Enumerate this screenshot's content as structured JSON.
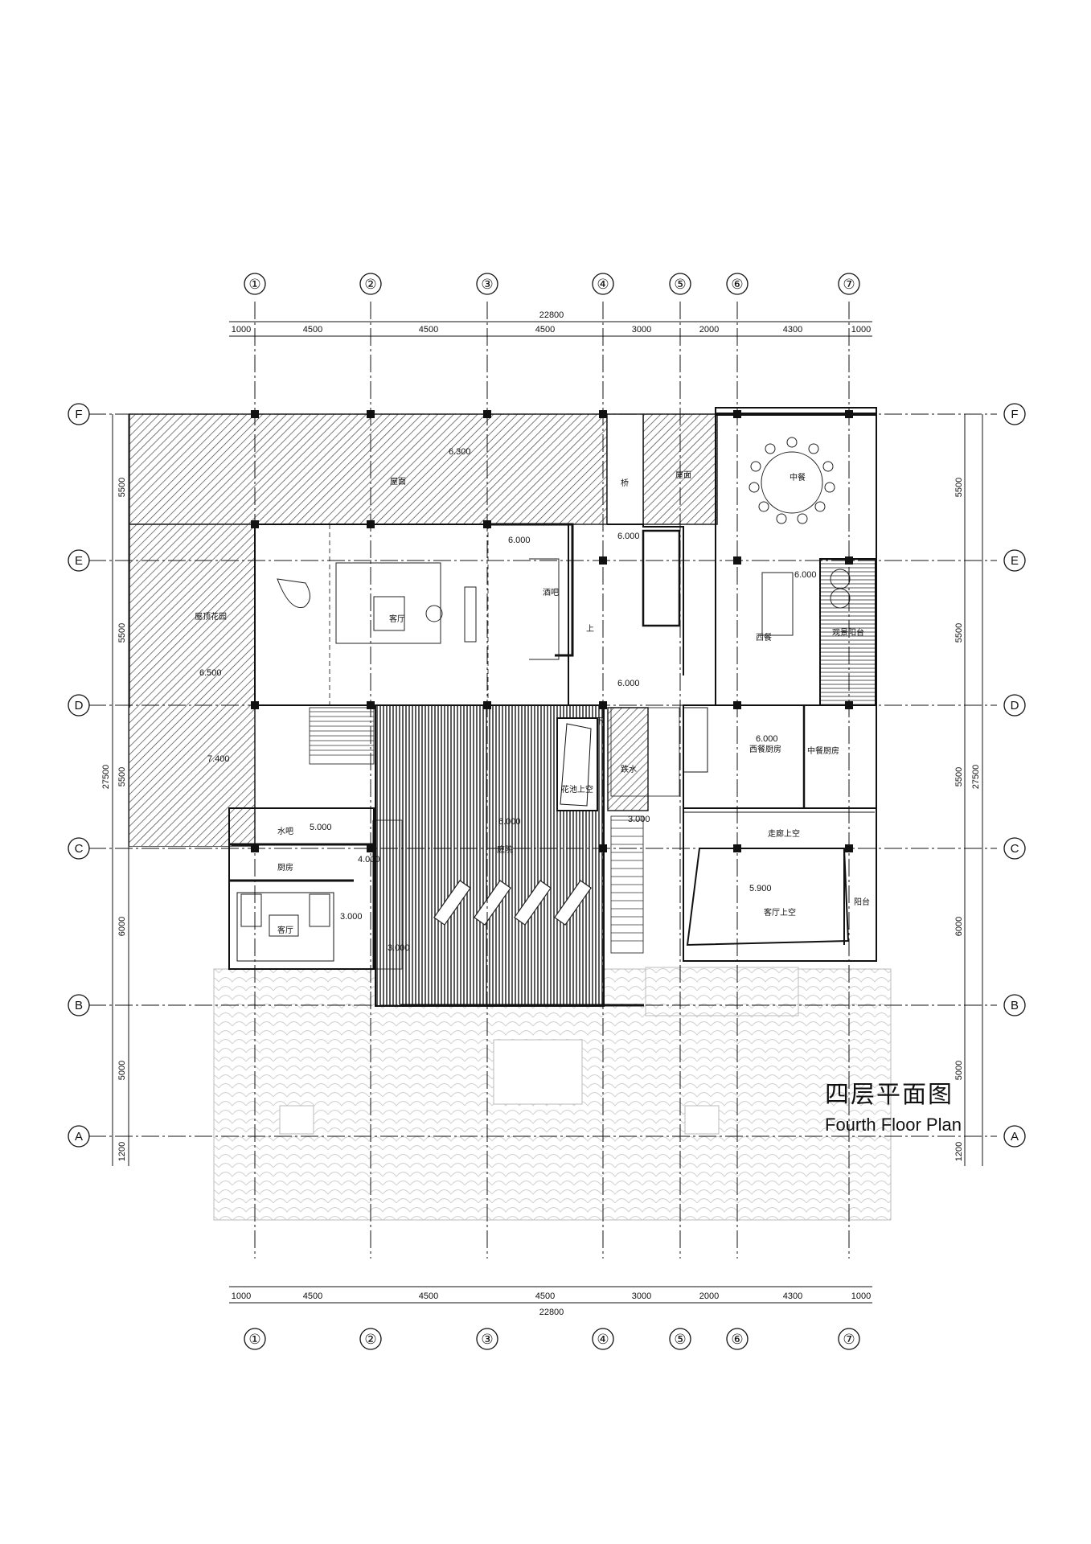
{
  "title_cn": "四层平面图",
  "title_en": "Fourth Floor Plan",
  "axes": {
    "columns": [
      "①",
      "②",
      "③",
      "④",
      "⑤",
      "⑥",
      "⑦"
    ],
    "rows": [
      "F",
      "E",
      "D",
      "C",
      "B",
      "A"
    ]
  },
  "dimensions": {
    "total_width": "22800",
    "col_segments": [
      "1000",
      "4500",
      "4500",
      "4500",
      "3000",
      "2000",
      "4300",
      "1000"
    ],
    "total_depth": "27500",
    "row_segments": [
      "5500",
      "5500",
      "5500",
      "6000",
      "5000",
      "1200"
    ]
  },
  "room_labels": {
    "roof_top": "屋面",
    "roof_right": "屋面",
    "bridge": "桥",
    "roof_garden": "屋顶花园",
    "living": "客厅",
    "bar": "酒吧",
    "up": "上",
    "down": "下",
    "chinese_dining": "中餐",
    "western_dining": "西餐",
    "view_balcony": "观景阳台",
    "western_kitchen": "西餐厨房",
    "chinese_kitchen": "中餐厨房",
    "pool_void": "花池上空",
    "courtyard": "庭院",
    "water": "跌水",
    "corridor_void": "走廊上空",
    "living_void": "客厅上空",
    "balcony": "阳台",
    "water_bar": "水吧",
    "kitchen_small": "厨房",
    "living_small": "客厅"
  },
  "elevations": {
    "e_roof_top": "6.300",
    "e_garden_1": "6.500",
    "e_garden_2": "7.400",
    "e_bar": "6.000",
    "e_mid1": "6.000",
    "e_mid2": "6.000",
    "e_dining": "6.000",
    "e_kitchen": "6.000",
    "e_court": "6.000",
    "e_water_bar": "5.000",
    "e_stair": "4.000",
    "e_small_living": "3.000",
    "e_court_bottom": "3.000",
    "e_right": "3.000",
    "e_living_void": "5.900"
  }
}
